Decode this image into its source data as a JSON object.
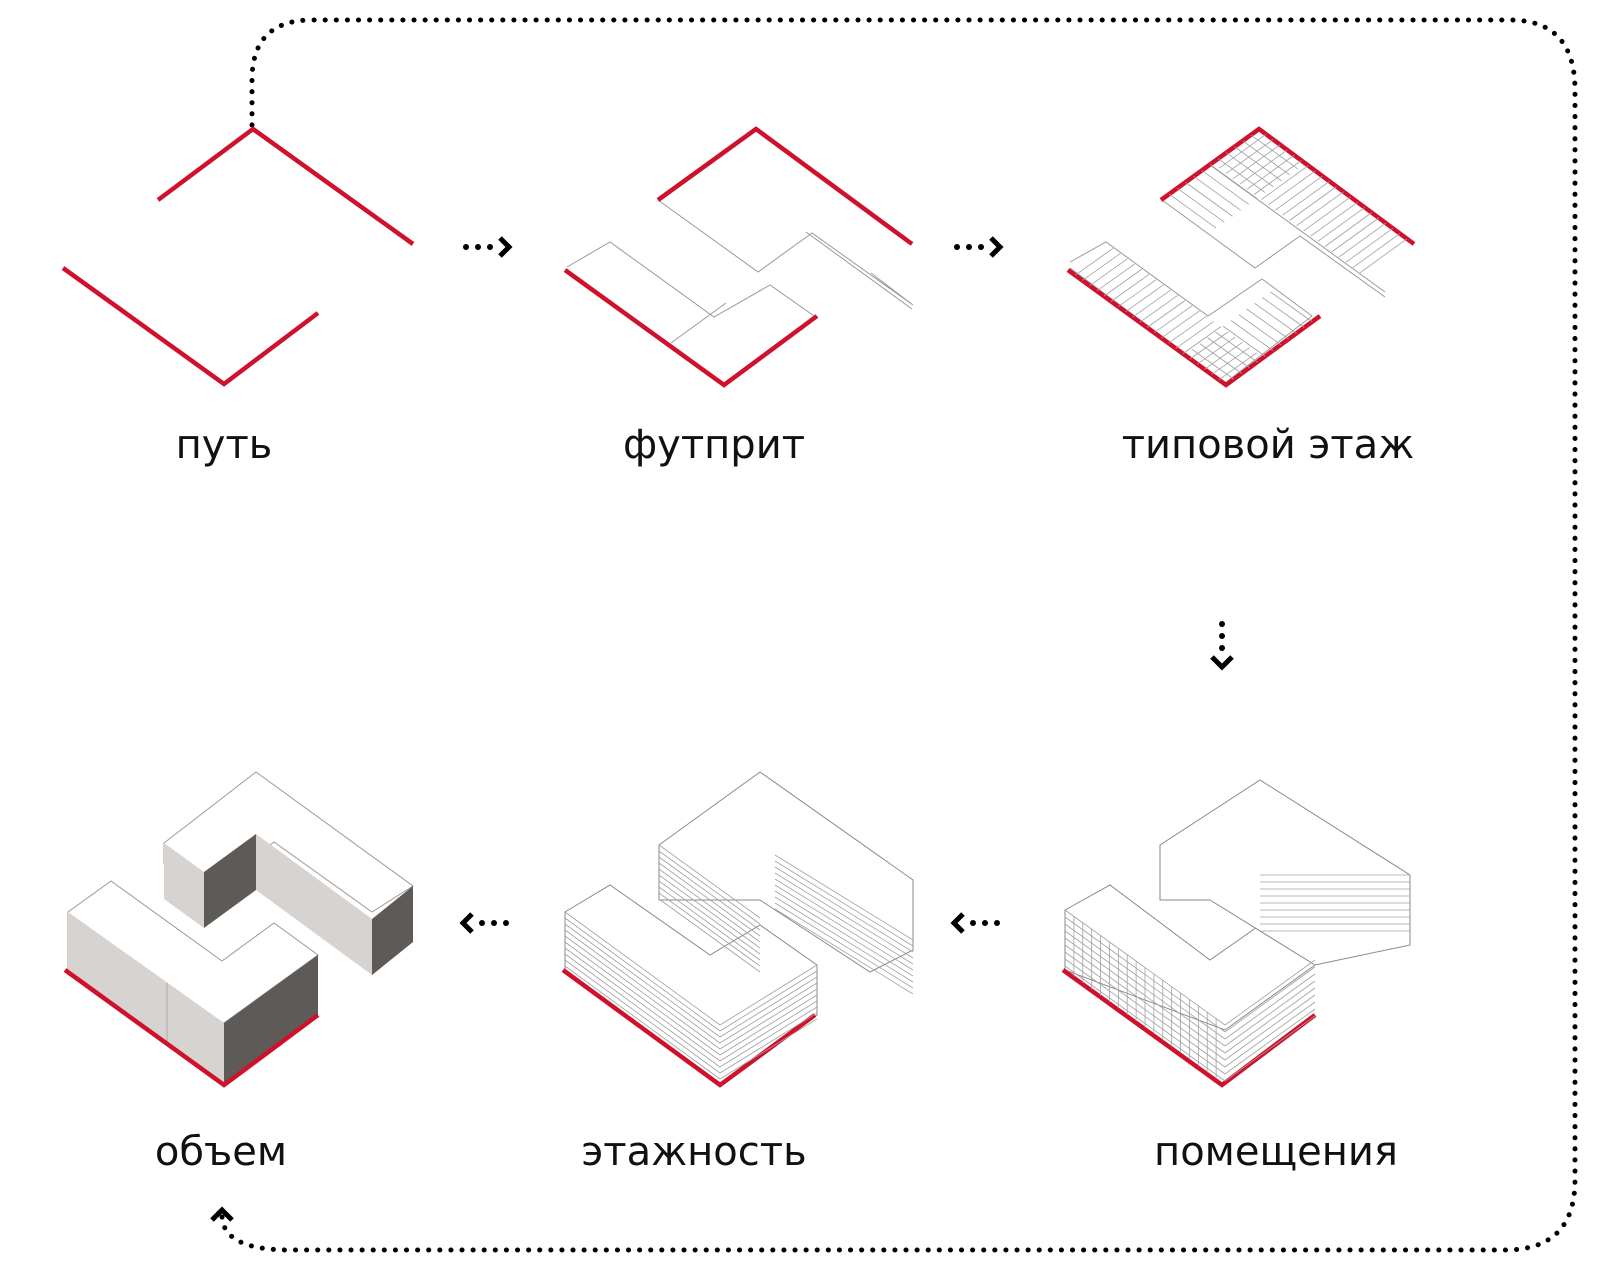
{
  "steps": [
    {
      "id": "path",
      "label": "путь"
    },
    {
      "id": "footprint",
      "label": "футприт"
    },
    {
      "id": "typical_floor",
      "label": "типовой этаж"
    },
    {
      "id": "rooms",
      "label": "помещения"
    },
    {
      "id": "storeys",
      "label": "этажность"
    },
    {
      "id": "volume",
      "label": "объем"
    }
  ],
  "colors": {
    "accent_red": "#d0112b",
    "line_gray": "#9a9a9a",
    "dark_wall": "#5e5a57",
    "light_wall": "#d6d3d1",
    "roof": "#ffffff",
    "arrow": "#000000"
  },
  "icons": [
    "arrow-right-icon",
    "arrow-down-icon",
    "arrow-left-icon",
    "arrow-up-icon"
  ]
}
